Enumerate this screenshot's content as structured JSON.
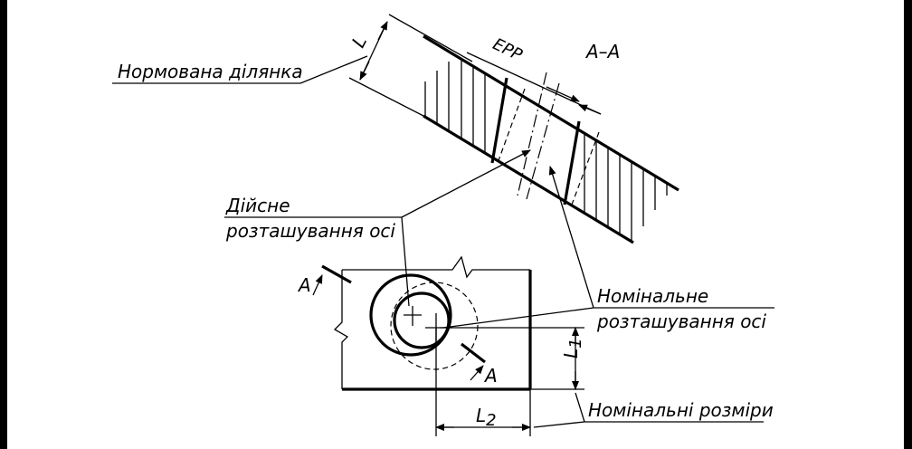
{
  "labels": {
    "normalized_section": "Нормована ділянка",
    "actual_position_line1": "Дійсне",
    "actual_position_line2": "розташування осі",
    "nominal_position_line1": "Номінальне",
    "nominal_position_line2": "розташування осі",
    "nominal_dimensions": "Номінальні розміри",
    "section_mark": "A–A",
    "epp": "EPP",
    "dim_l": "L",
    "dim_l1": "L",
    "dim_l1_sub": "1",
    "dim_l2": "L",
    "dim_l2_sub": "2",
    "cut_a_left": "A",
    "cut_a_right": "A"
  }
}
